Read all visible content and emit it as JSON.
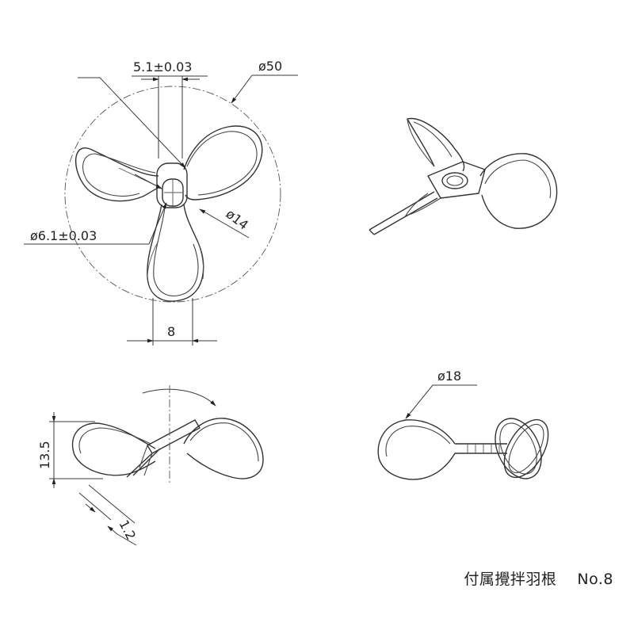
{
  "dimensions": {
    "slot_width": "5.1±0.03",
    "outer_diameter": "ø50",
    "hub_diameter": "ø14",
    "hole_diameter": "ø6.1±0.03",
    "blade_width": "8",
    "height": "13.5",
    "thickness": "1.2",
    "side_diameter": "ø18"
  },
  "caption": {
    "title": "付属攪拌羽根",
    "model": "No.8"
  }
}
